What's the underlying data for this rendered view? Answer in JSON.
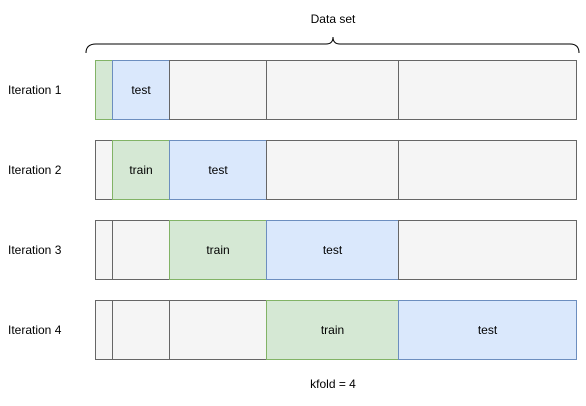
{
  "diagram": {
    "title": "Data set",
    "footer": "kfold = 4",
    "labels": {
      "train": "train",
      "test": "test"
    },
    "iterations": [
      {
        "label": "Iteration 1",
        "cells": [
          "green",
          "blue",
          "gray",
          "gray",
          "gray"
        ],
        "texts": [
          "",
          "test",
          "",
          "",
          ""
        ]
      },
      {
        "label": "Iteration 2",
        "cells": [
          "gray",
          "green",
          "blue",
          "gray",
          "gray"
        ],
        "texts": [
          "",
          "train",
          "test",
          "",
          ""
        ]
      },
      {
        "label": "Iteration 3",
        "cells": [
          "gray",
          "gray",
          "green",
          "blue",
          "gray"
        ],
        "texts": [
          "",
          "",
          "train",
          "test",
          ""
        ]
      },
      {
        "label": "Iteration 4",
        "cells": [
          "gray",
          "gray",
          "gray",
          "green",
          "blue"
        ],
        "texts": [
          "",
          "",
          "",
          "train",
          "test"
        ]
      }
    ],
    "colors": {
      "gray": "#f5f5f5",
      "green": "#d5e8d4",
      "blue": "#dae8fc"
    }
  }
}
